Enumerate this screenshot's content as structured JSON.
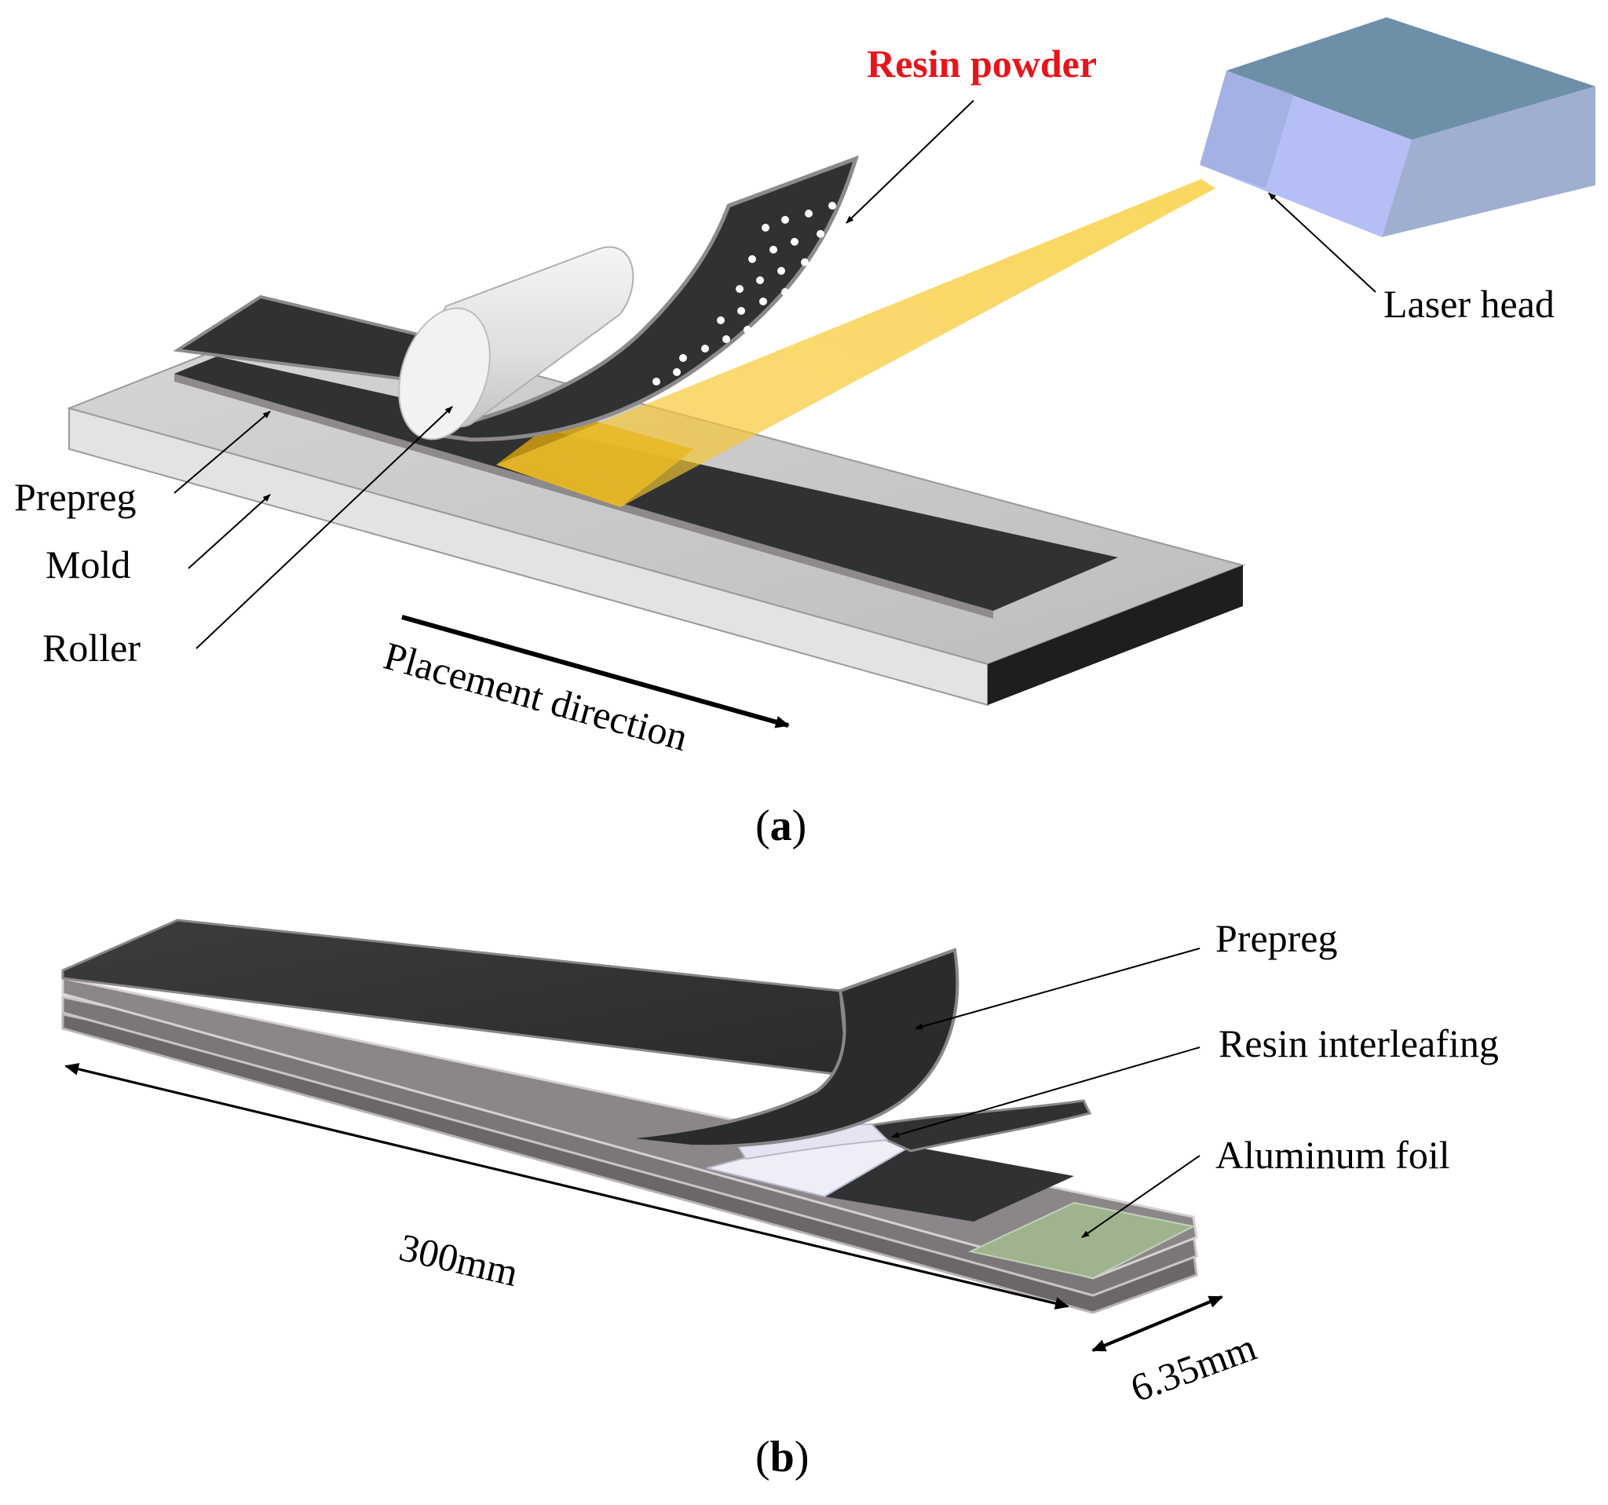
{
  "panel_a": {
    "caption_open": "(",
    "caption_letter": "a",
    "caption_close": ")",
    "labels": {
      "resin_powder": "Resin powder",
      "laser_head": "Laser head",
      "prepreg": "Prepreg",
      "mold": "Mold",
      "roller": "Roller",
      "placement_direction": "Placement direction"
    },
    "colors": {
      "resin_powder_label": "#e8141b",
      "prepreg": "#2f3133",
      "mold_top": "#c9c9c9",
      "laser_beam": "#f7c531",
      "laser_head_front": "#b5bef5"
    }
  },
  "panel_b": {
    "caption_open": "(",
    "caption_letter": "b",
    "caption_close": ")",
    "labels": {
      "prepreg": "Prepreg",
      "resin_interleafing": "Resin interleafing",
      "aluminum_foil": "Aluminum foil",
      "length": "300mm",
      "width": "6.35mm"
    },
    "colors": {
      "prepreg": "#2f3133",
      "resin_interleafing": "#eeeef8",
      "aluminum_foil": "#9fb48e"
    }
  }
}
